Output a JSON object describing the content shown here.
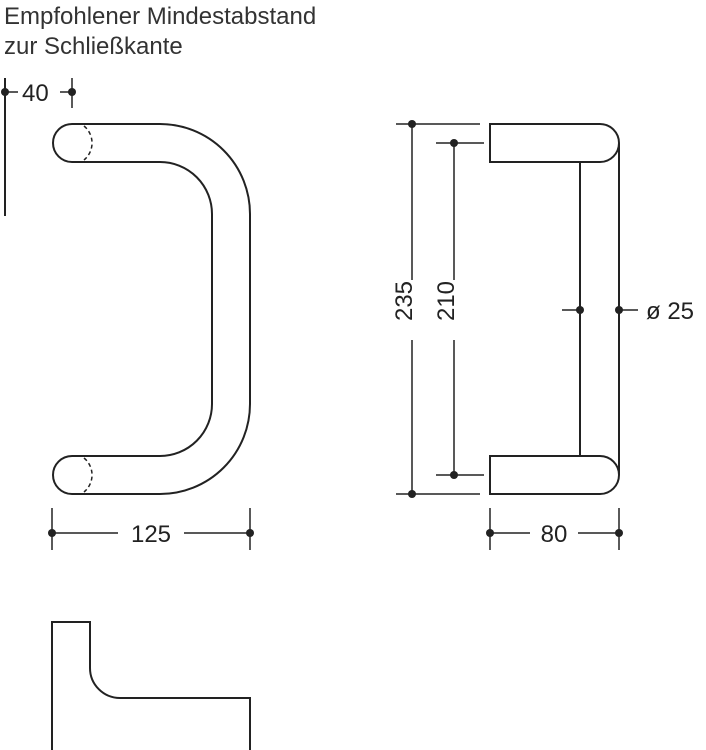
{
  "note": {
    "line1": "Empfohlener Mindestabstand",
    "line2": "zur Schließkante"
  },
  "dimensions": {
    "min_distance": "40",
    "width_front": "125",
    "height_outer": "235",
    "height_inner": "210",
    "diameter": "ø 25",
    "depth": "80"
  },
  "colors": {
    "ink": "#222222",
    "background": "#ffffff"
  }
}
